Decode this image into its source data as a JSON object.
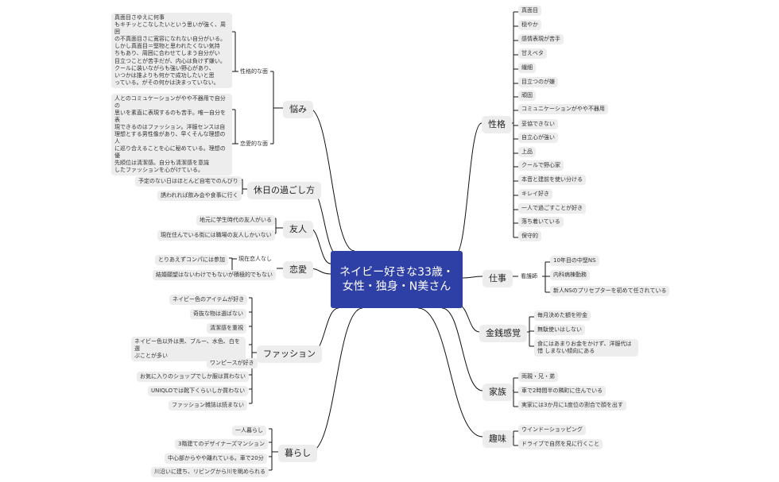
{
  "central": "ネイビー好きな33歳・女性・独身・N美さん",
  "branches": {
    "nayami": {
      "label": "悩み",
      "sub": {
        "seikaku": {
          "label": "性格的な面",
          "leaves": [
            "真面目さゆえに何事\nもキチッとこなしたいという思いが強く、周囲\nの不真面目さに寛容になれない自分がいる。\nしかし真面目＝堅物と思われたくない気持\nちもあり、周囲に合わせてしまう自分がいる。",
            "目立つことが苦手だが、内心は負けず嫌い。\nクールに装いながらも強い野心があり、\nいつかは誰よりも何かで成功したいと思\nっている。がその何かは決まっていない。"
          ]
        },
        "renai": {
          "label": "恋愛的な面",
          "leaves": [
            "人とのコミュケーションがやや不器用で自分の\n思いを素直に表現するのも苦手。唯一自分を表\n現できるのはファッション。洋服センスは自他\nともに認められるものがある。",
            "理想とする男性像があり、早くそんな理想の人\nに巡り合えることを心に秘めている。理想の優\n先順位は清潔感。自分も清潔感を意識\nしたファッションを心がけている。"
          ]
        }
      }
    },
    "kyujitsu": {
      "label": "休日の過ごし方",
      "leaves": [
        "予定のない日はほとんど自宅でのんびり",
        "誘われれば飲み会や食事に行く"
      ]
    },
    "yujin": {
      "label": "友人",
      "leaves": [
        "地元に学生時代の友人がいる",
        "現在住んでいる街には職場の友人しかいない"
      ]
    },
    "renai_b": {
      "label": "恋愛",
      "leaves": [
        "とりあえずコンパには参加",
        "結婚願望はないわけでもないが積極的でもない"
      ],
      "sublabel": "現在恋人なし"
    },
    "fashion": {
      "label": "ファッション",
      "leaves": [
        "ネイビー色のアイテムが好き",
        "奇抜な物は選ばない",
        "清潔感を重視",
        "ネイビー色以外は黒、ブルー、水色、白を選\nぶことが多い",
        "ワンピースが好き",
        "お気に入りのショップでしか服は買わない",
        "UNIQLOでは靴下くらいしか買わない",
        "ファッション雑誌は読まない"
      ]
    },
    "kurashi": {
      "label": "暮らし",
      "leaves": [
        "一人暮らし",
        "3階建てのデザイナーズマンション",
        "中心部からやや離れている。車で20分",
        "川沿いに建ち、リビングから川を眺められる"
      ]
    },
    "seikaku_b": {
      "label": "性格",
      "leaves": [
        "真面目",
        "穏やか",
        "感情表現が苦手",
        "甘えベタ",
        "繊細",
        "目立つのが嫌",
        "頑固",
        "コミュニケーションがやや不器用",
        "妥協できない",
        "自立心が強い",
        "上品",
        "クールで野心家",
        "本音と建前を使い分ける",
        "キレイ好き",
        "一人で過ごすことが好き",
        "落ち着いている",
        "保守的"
      ]
    },
    "shigoto": {
      "label": "仕事",
      "sublabel": "看護師",
      "leaves": [
        "10年目の中堅NS",
        "内科病棟勤務",
        "新人NSのプリセプターを初めて任されている"
      ]
    },
    "kinsen": {
      "label": "金銭感覚",
      "leaves": [
        "毎月決めた額を貯金",
        "無駄使いはしない",
        "食にはあまりお金をかけず、洋服代は惜\nしまない傾向にある"
      ]
    },
    "kazoku": {
      "label": "家族",
      "leaves": [
        "両親・兄・弟",
        "車で2時間半の隣町に住んでいる",
        "実家には3か月に1度位の割合で顔を出す"
      ]
    },
    "shumi": {
      "label": "趣味",
      "leaves": [
        "ウインドーショッピング",
        "ドライブで自然を見に行くこと"
      ]
    }
  }
}
